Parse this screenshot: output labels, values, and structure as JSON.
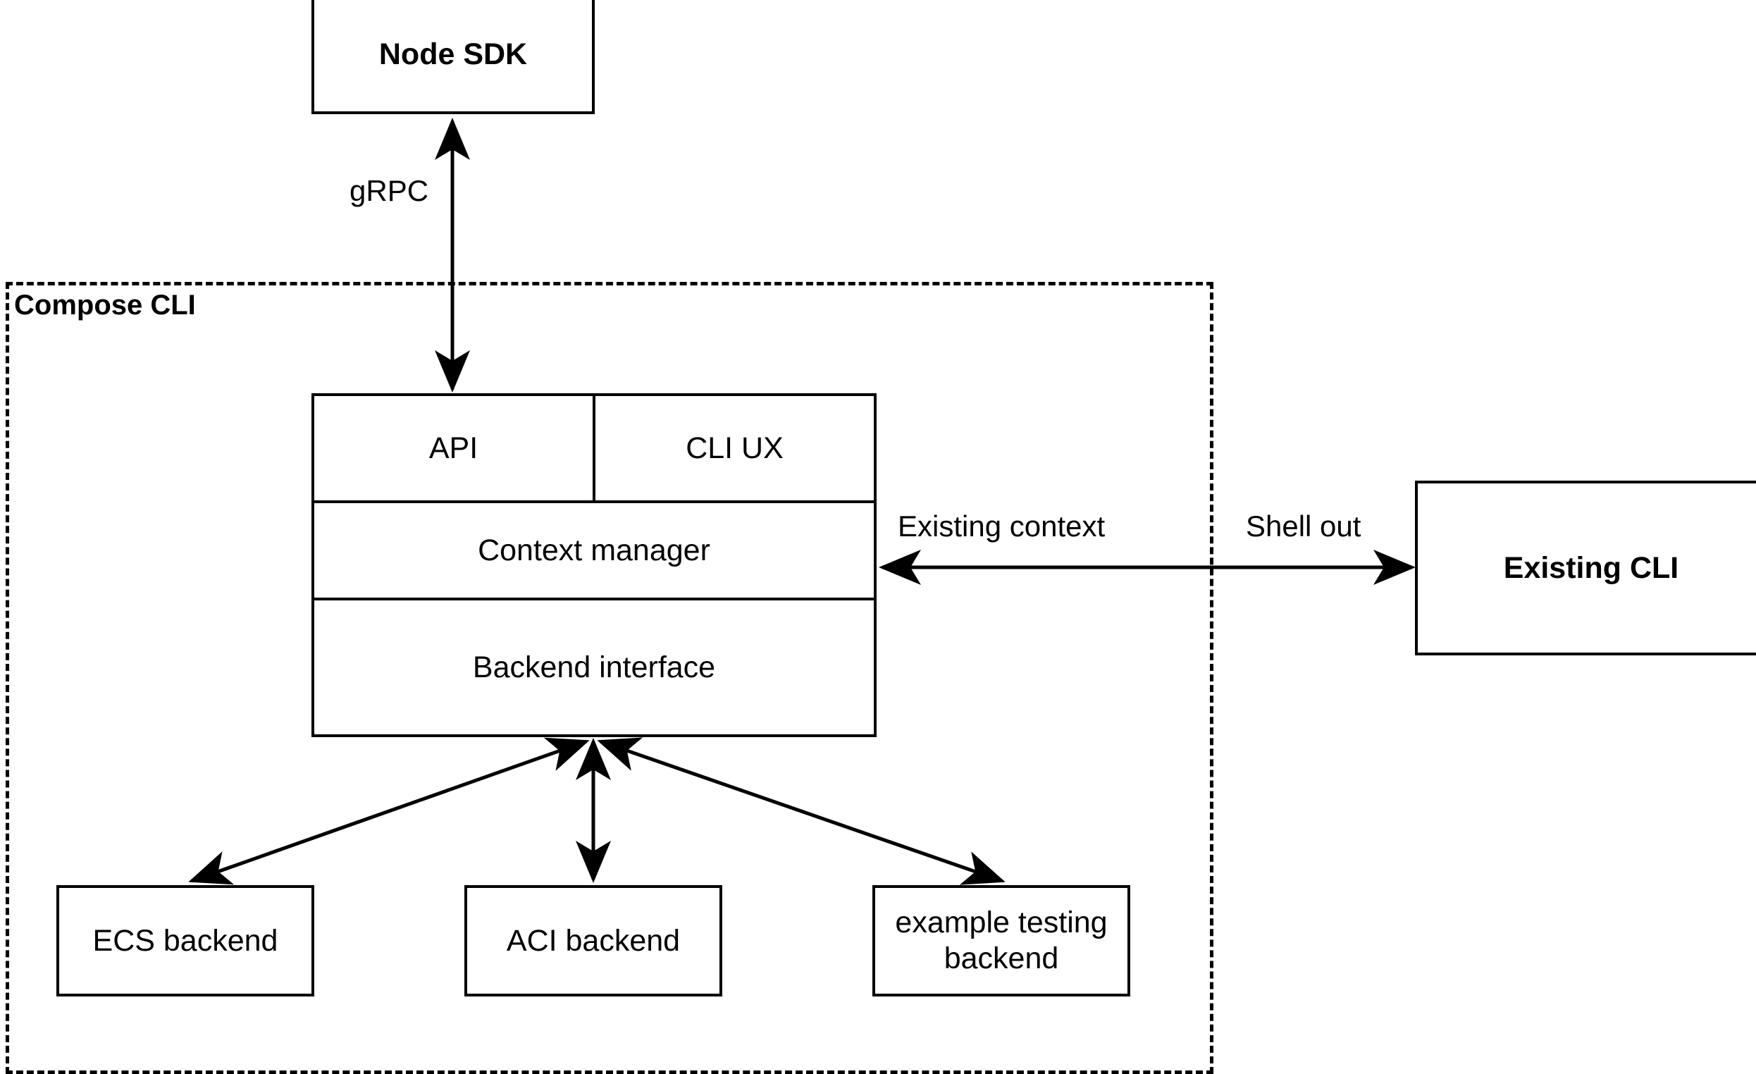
{
  "diagram": {
    "title_group": "Compose CLI",
    "nodes": {
      "node_sdk": "Node SDK",
      "existing_cli": "Existing CLI",
      "api": "API",
      "cli_ux": "CLI UX",
      "context_manager": "Context manager",
      "backend_interface": "Backend interface",
      "ecs_backend": "ECS backend",
      "aci_backend": "ACI backend",
      "example_testing_backend_line1": "example testing",
      "example_testing_backend_line2": "backend"
    },
    "edges": {
      "grpc": "gRPC",
      "existing_context": "Existing context",
      "shell_out": "Shell out"
    },
    "colors": {
      "stroke": "#000000",
      "fill": "#ffffff",
      "text": "#000000"
    }
  }
}
